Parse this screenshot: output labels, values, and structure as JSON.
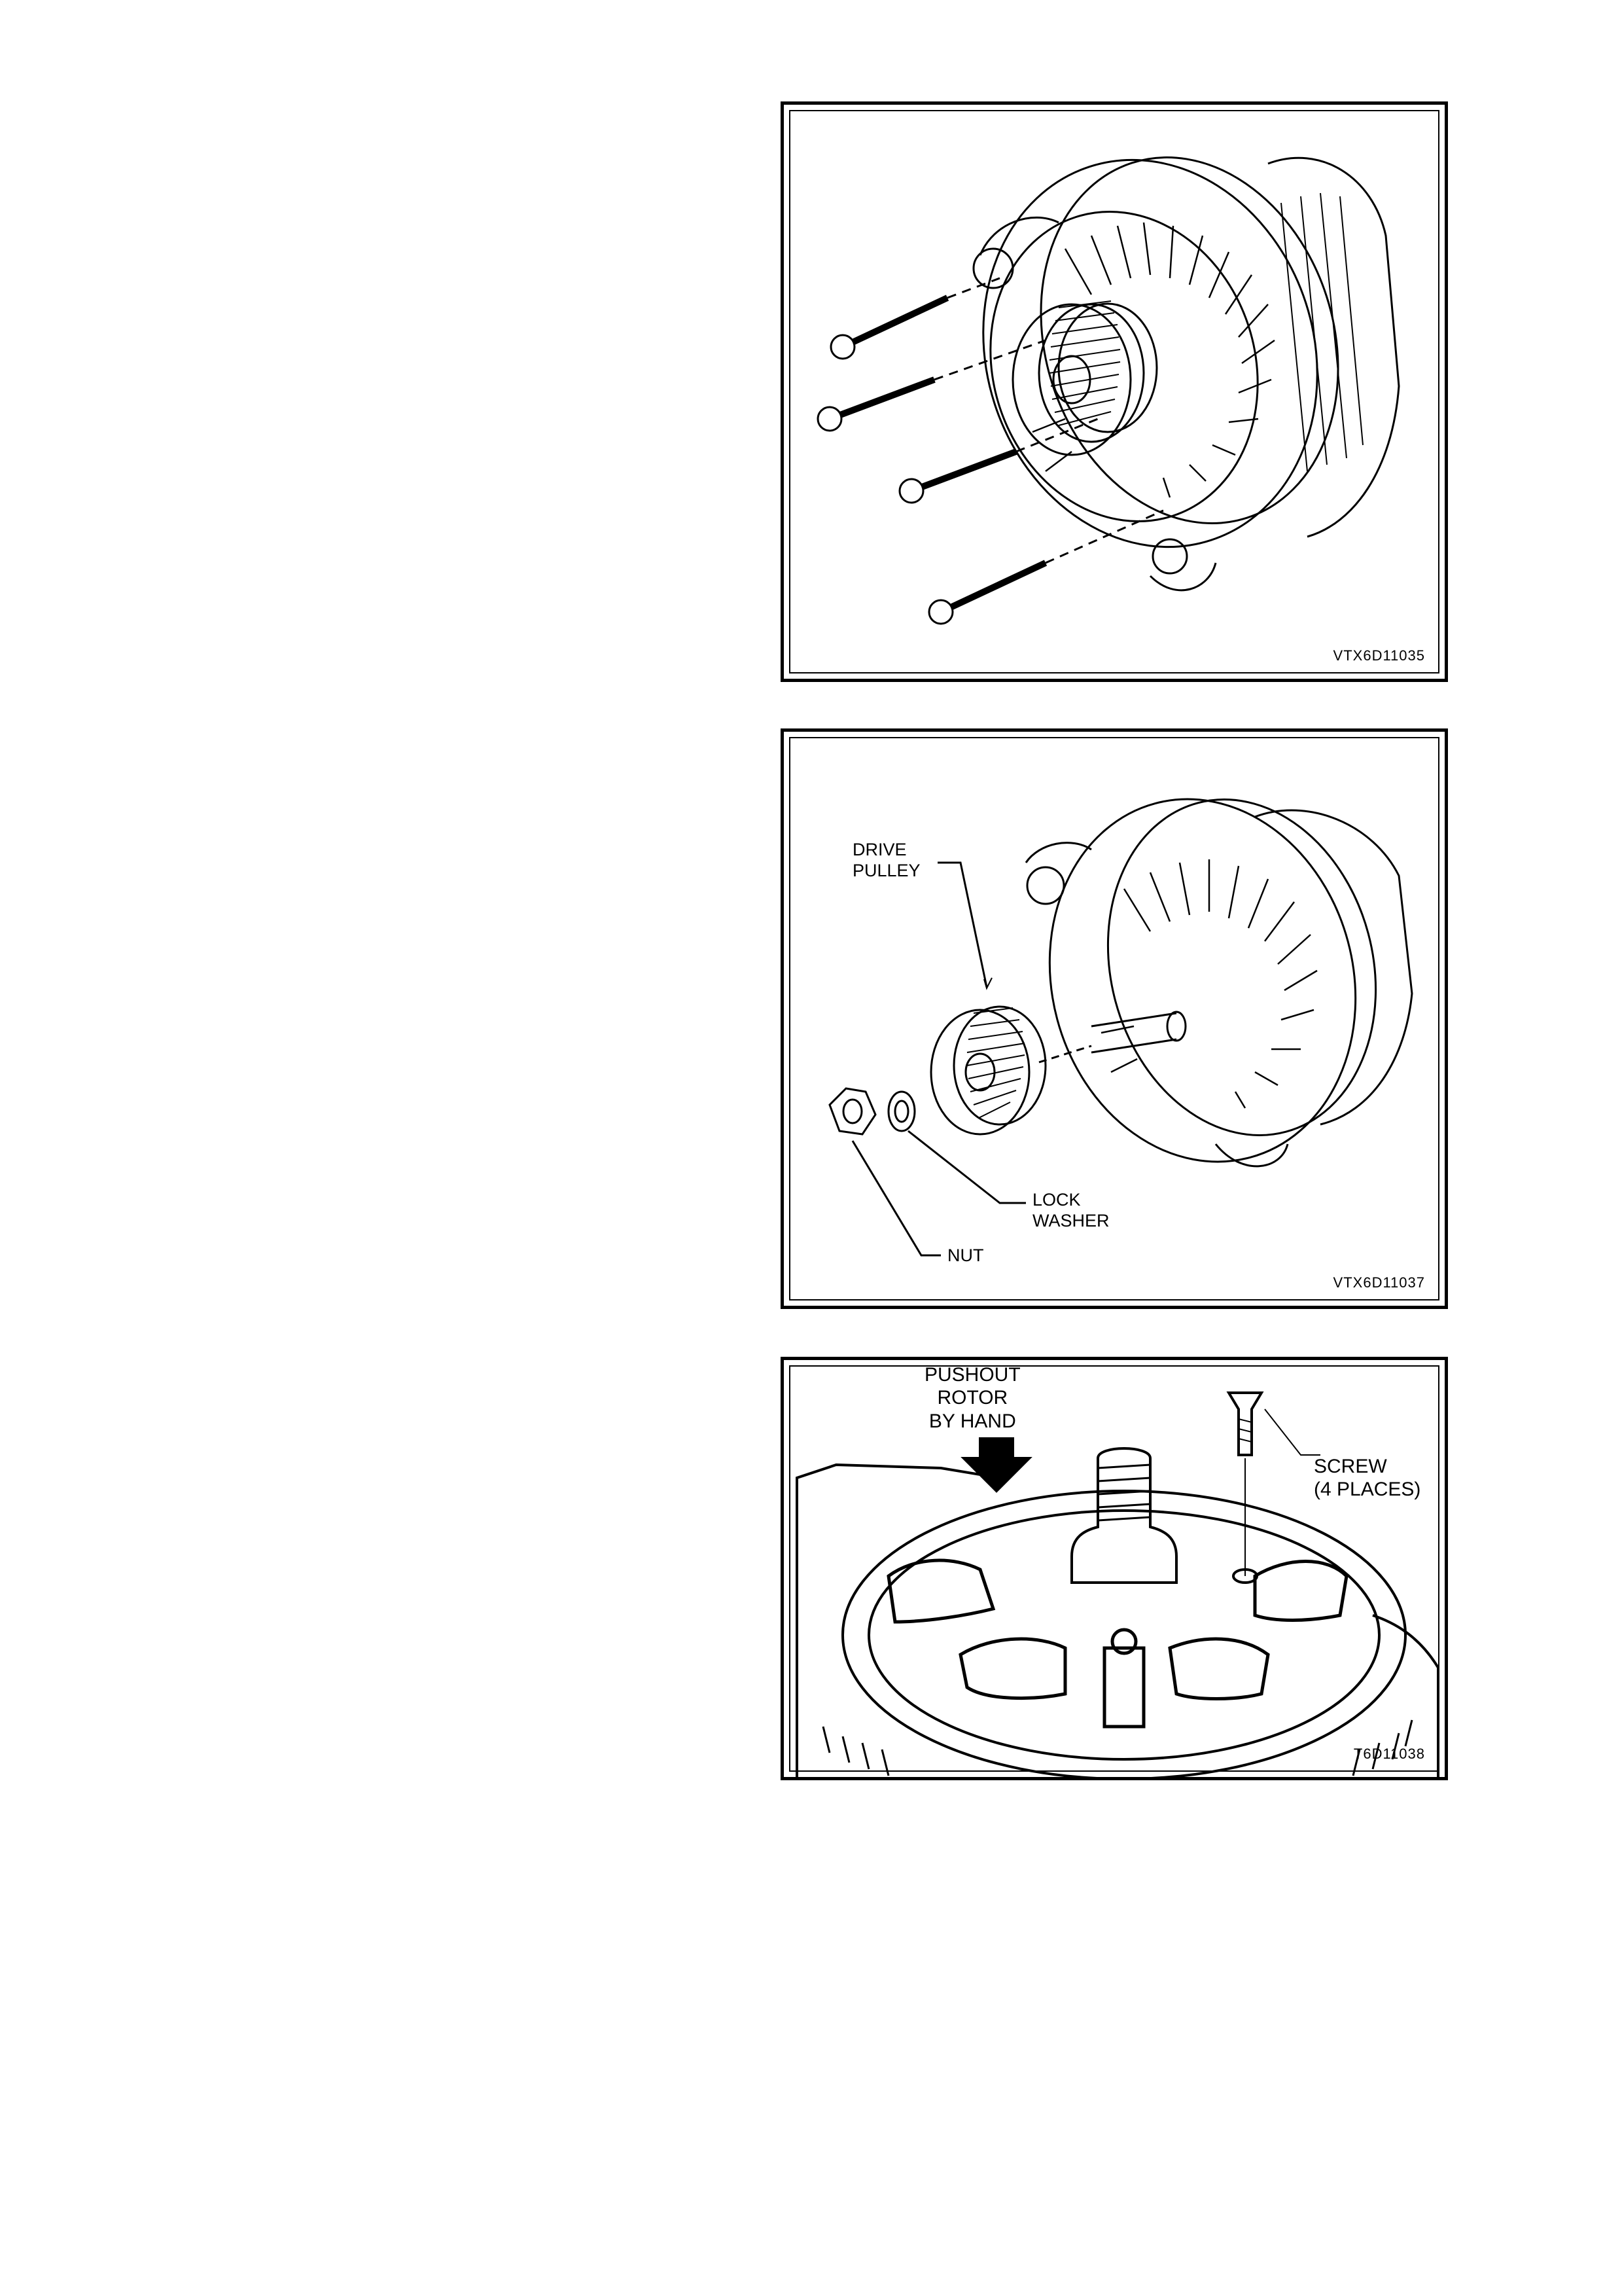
{
  "figures": [
    {
      "code": "VTX6D11035",
      "labels": {}
    },
    {
      "code": "VTX6D11037",
      "labels": {
        "drive_pulley": "DRIVE\nPULLEY",
        "lock_washer": "LOCK\nWASHER",
        "nut": "NUT"
      }
    },
    {
      "code": "T6D11038",
      "labels": {
        "pushout": "PUSHOUT\nROTOR\nBY HAND",
        "screw": "SCREW\n(4 PLACES)"
      }
    }
  ]
}
